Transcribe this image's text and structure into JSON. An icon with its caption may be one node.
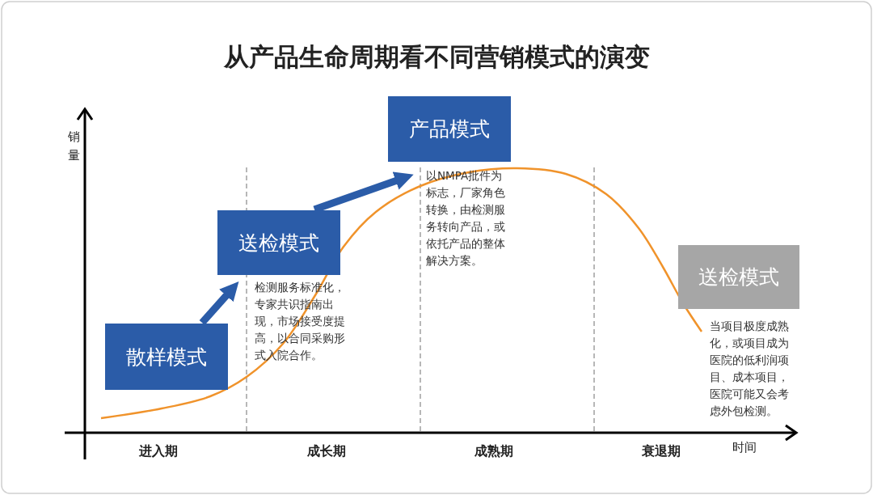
{
  "diagram": {
    "title": "从产品生命周期看不同营销模式的演变",
    "nodes": [
      {
        "text": [
          "散样模式"
        ]
      },
      {
        "text": [
          "送检模式"
        ],
        "beside": [
          "检测服务标准化，专家共识指南出现，市场接受度提高，以合同采购形式入院合作。"
        ]
      },
      {
        "text": [
          "产品模式"
        ],
        "beside": [
          "以NMPA批件为标志，厂家角色转换，由检测服务转向产品，或依托产品的整体解决方案。"
        ]
      },
      {
        "text": [
          "送检模式"
        ],
        "beside": [
          "当项目极度成熟化，或项目成为医院的低利润项目、成本项目，医院可能又会考虑外包检测。"
        ]
      }
    ],
    "edges": [
      {
        "from": 0,
        "to": 1,
        "arrow": "to"
      },
      {
        "from": 1,
        "to": 2,
        "arrow": "to"
      }
    ],
    "labels": [
      "销量",
      "进入期",
      "成长期",
      "成熟期",
      "衰退期",
      "时间"
    ]
  }
}
